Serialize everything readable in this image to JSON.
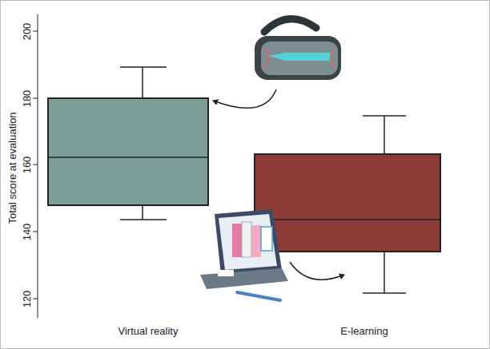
{
  "diagram": {
    "labels": [
      "200",
      "180",
      "160",
      "140",
      "120",
      "Total score at evaluation",
      "Virtual reality",
      "E-learning"
    ]
  }
}
